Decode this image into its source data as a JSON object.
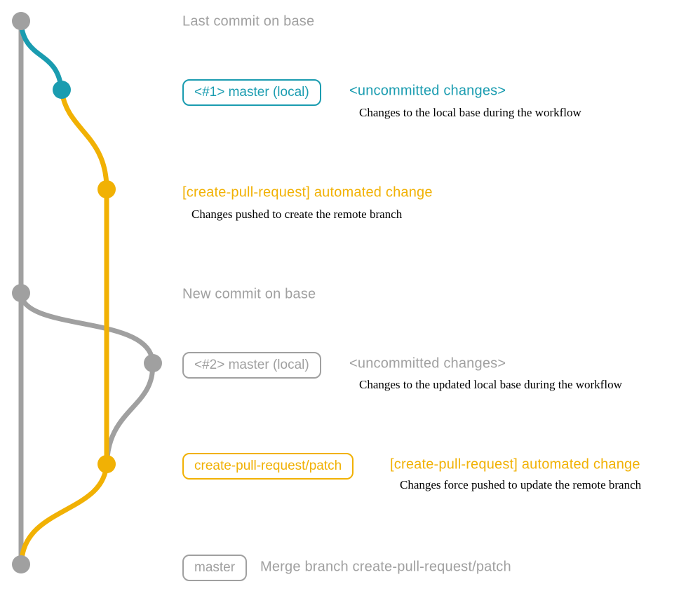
{
  "colors": {
    "gray": "#a0a0a0",
    "teal": "#1a9cb0",
    "yellow": "#f1b104",
    "dark": "#111111"
  },
  "rows": {
    "last_commit_on_base": {
      "label": "Last commit on base"
    },
    "local1": {
      "badge": "<#1> master (local)",
      "title": "<uncommitted changes>",
      "desc": "Changes to the local base during the workflow"
    },
    "push1": {
      "title": "[create-pull-request] automated change",
      "desc": "Changes pushed to create the remote branch"
    },
    "new_commit_on_base": {
      "label": "New commit on base"
    },
    "local2": {
      "badge": "<#2> master (local)",
      "title": "<uncommitted changes>",
      "desc": "Changes to the updated local base during the workflow"
    },
    "push2": {
      "badge": "create-pull-request/patch",
      "title": "[create-pull-request] automated change",
      "desc": "Changes force pushed to update the remote branch"
    },
    "merge": {
      "badge": "master",
      "label": "Merge branch create-pull-request/patch"
    }
  }
}
